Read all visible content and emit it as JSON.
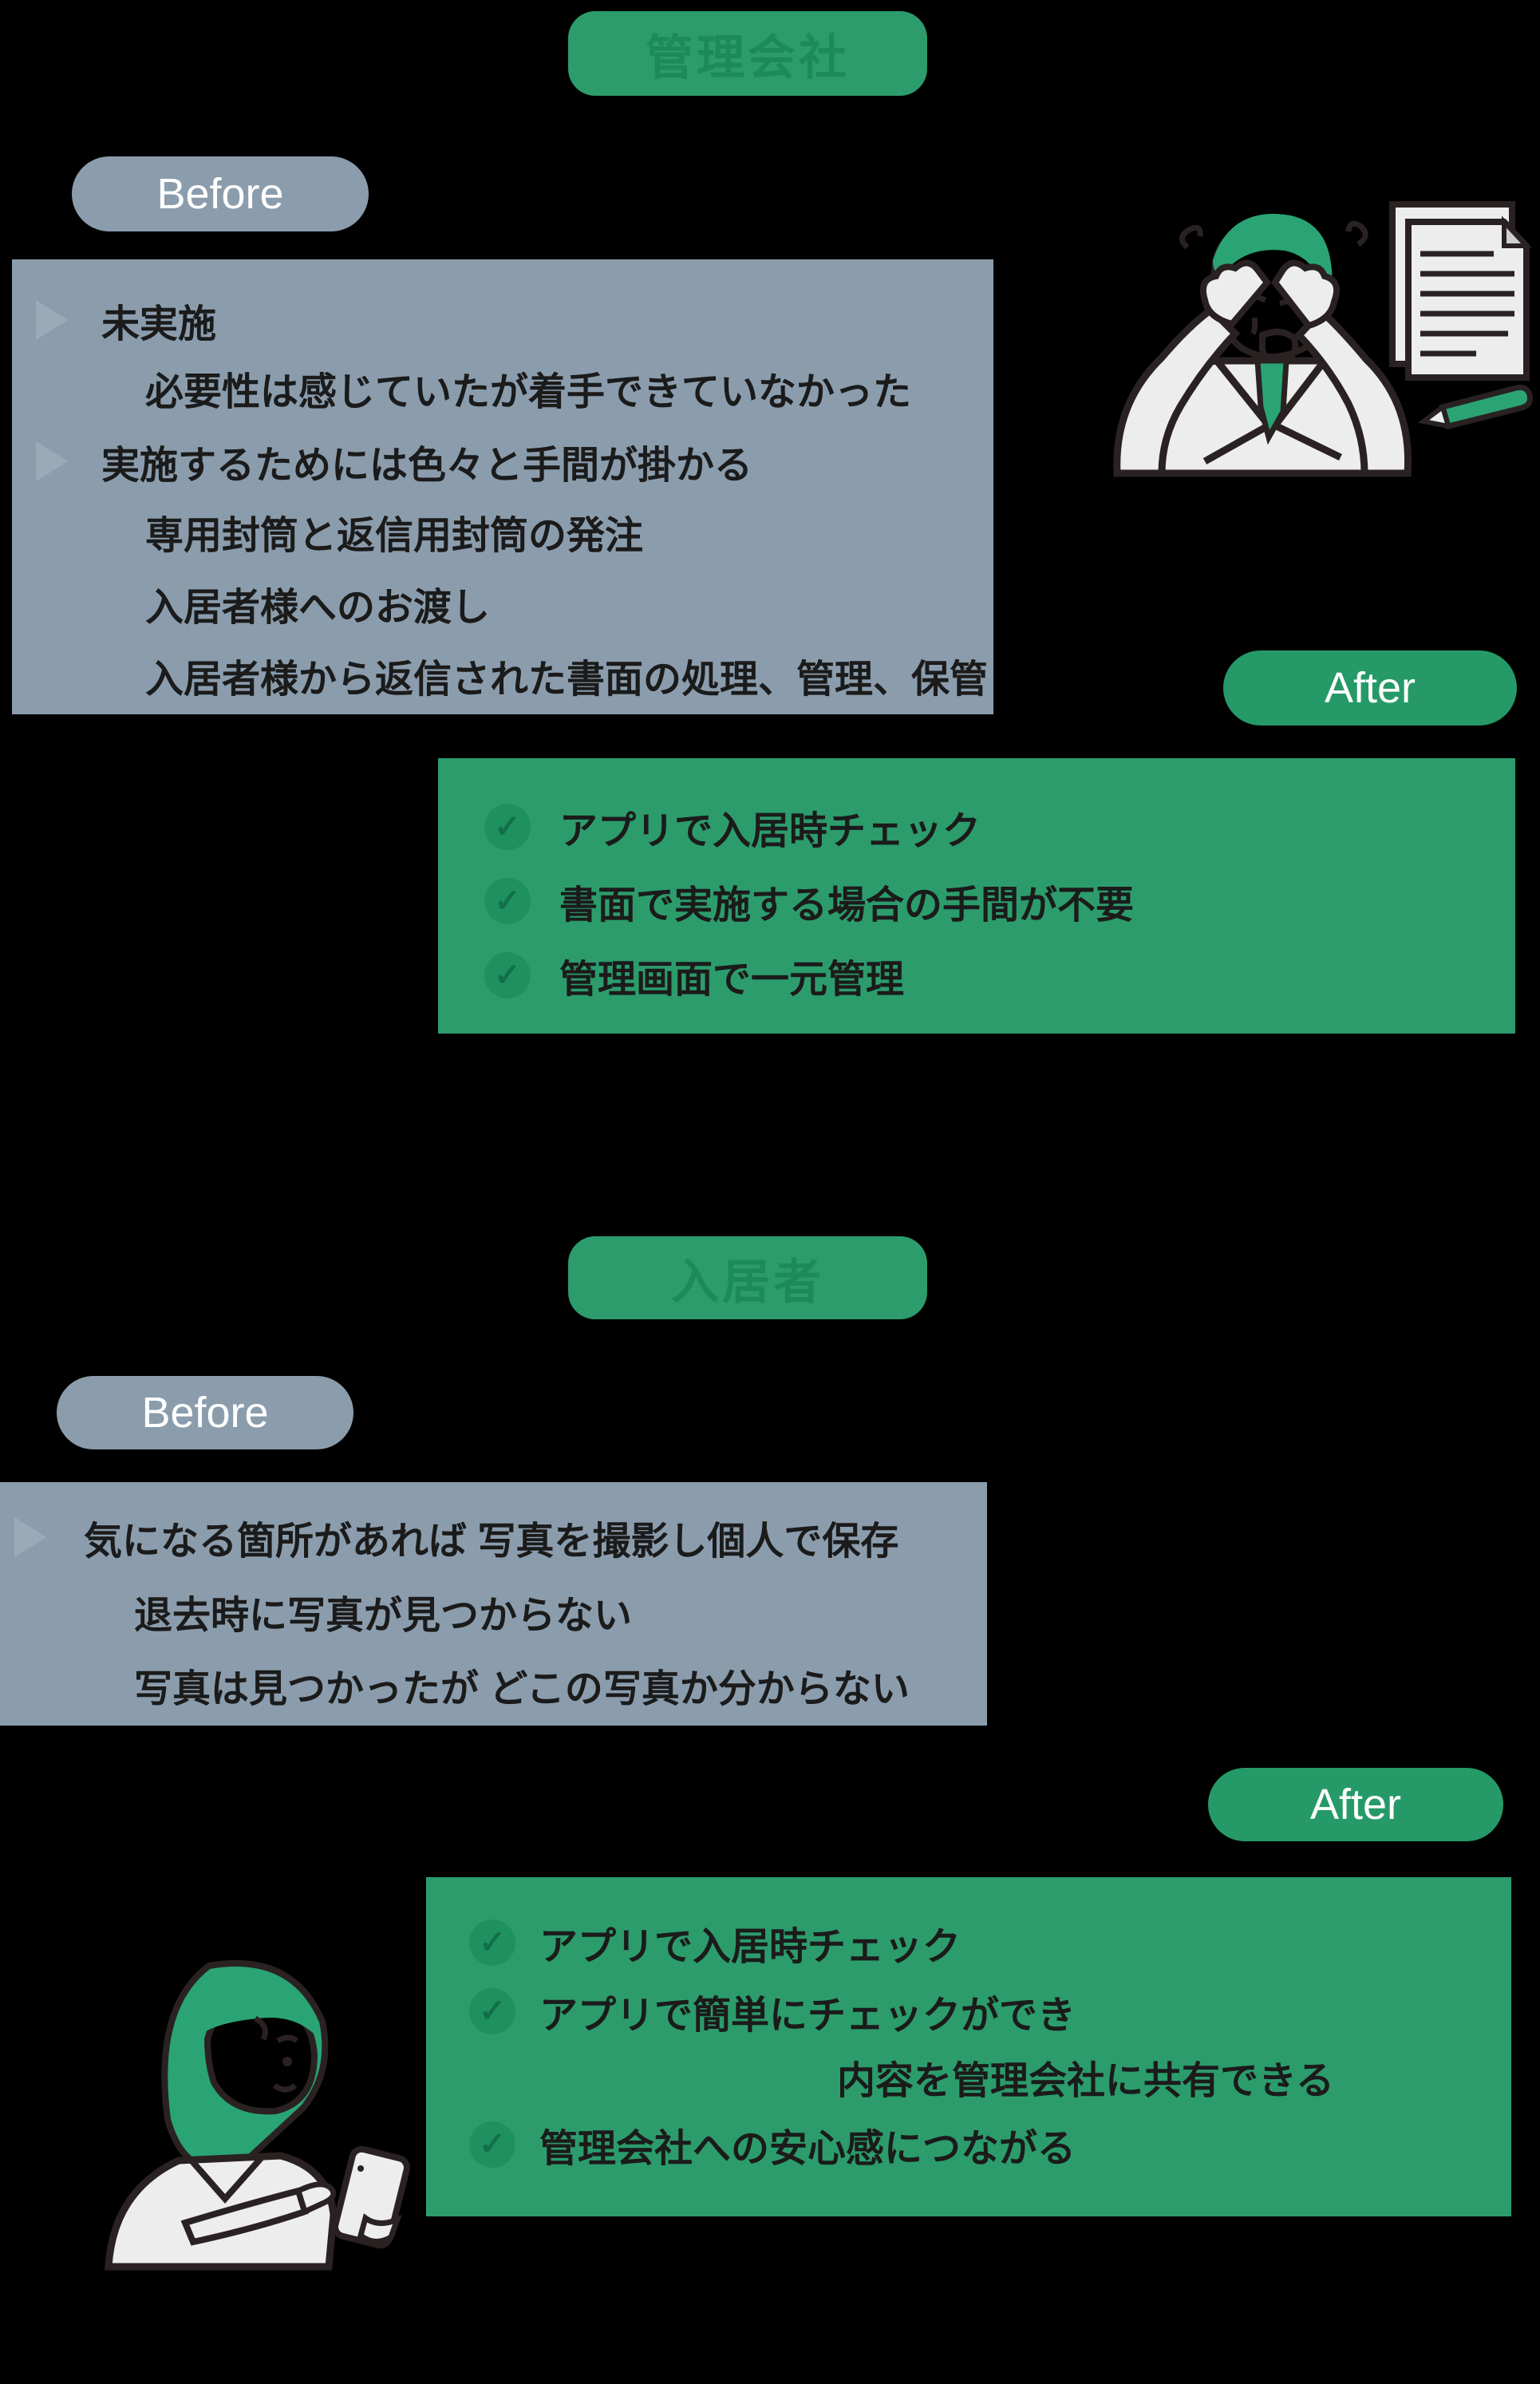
{
  "page": {
    "background": "#000000"
  },
  "colors": {
    "green_box": "#2c9c6c",
    "green_badge": "#259a68",
    "green_dark_text": "#1d8a5c",
    "gray_box": "#8b9dad",
    "bullet_gray": "#9aaab8",
    "check_circle": "#1f9161",
    "body_text": "#1b1b1b",
    "badge_text": "#ffffff",
    "illustration_accent_green": "#2aa474",
    "illustration_outline": "#2a2222",
    "illustration_white": "#ededed"
  },
  "icons": {
    "check_glyph": "✓"
  },
  "sections": [
    {
      "title": "管理会社",
      "before_label": "Before",
      "after_label": "After",
      "illustration": "stressed-manager-with-documents",
      "before_items": [
        {
          "text": "未実施",
          "bullet": true
        },
        {
          "text": "必要性は感じていたが着手できていなかった",
          "bullet": false
        },
        {
          "text": "実施するためには色々と手間が掛かる",
          "bullet": true
        },
        {
          "text": "専用封筒と返信用封筒の発注",
          "bullet": false
        },
        {
          "text": "入居者様へのお渡し",
          "bullet": false
        },
        {
          "text": "入居者様から返信された書面の処理、管理、保管",
          "bullet": false
        }
      ],
      "after_items": [
        {
          "text": "アプリで入居時チェック",
          "check": true
        },
        {
          "text": "書面で実施する場合の手間が不要",
          "check": true
        },
        {
          "text": "管理画面で一元管理",
          "check": true
        }
      ]
    },
    {
      "title": "入居者",
      "before_label": "Before",
      "after_label": "After",
      "illustration": "resident-with-smartphone",
      "before_items": [
        {
          "text": "気になる箇所があれば 写真を撮影し個人で保存",
          "bullet": true
        },
        {
          "text": "退去時に写真が見つからない",
          "bullet": false
        },
        {
          "text": "写真は見つかったが どこの写真か分からない",
          "bullet": false
        }
      ],
      "after_items": [
        {
          "text": "アプリで入居時チェック",
          "check": true
        },
        {
          "text": "アプリで簡単にチェックができ",
          "check": true
        },
        {
          "text": "内容を管理会社に共有できる",
          "check": false,
          "indent": true
        },
        {
          "text": "管理会社への安心感につながる",
          "check": true
        }
      ]
    }
  ]
}
